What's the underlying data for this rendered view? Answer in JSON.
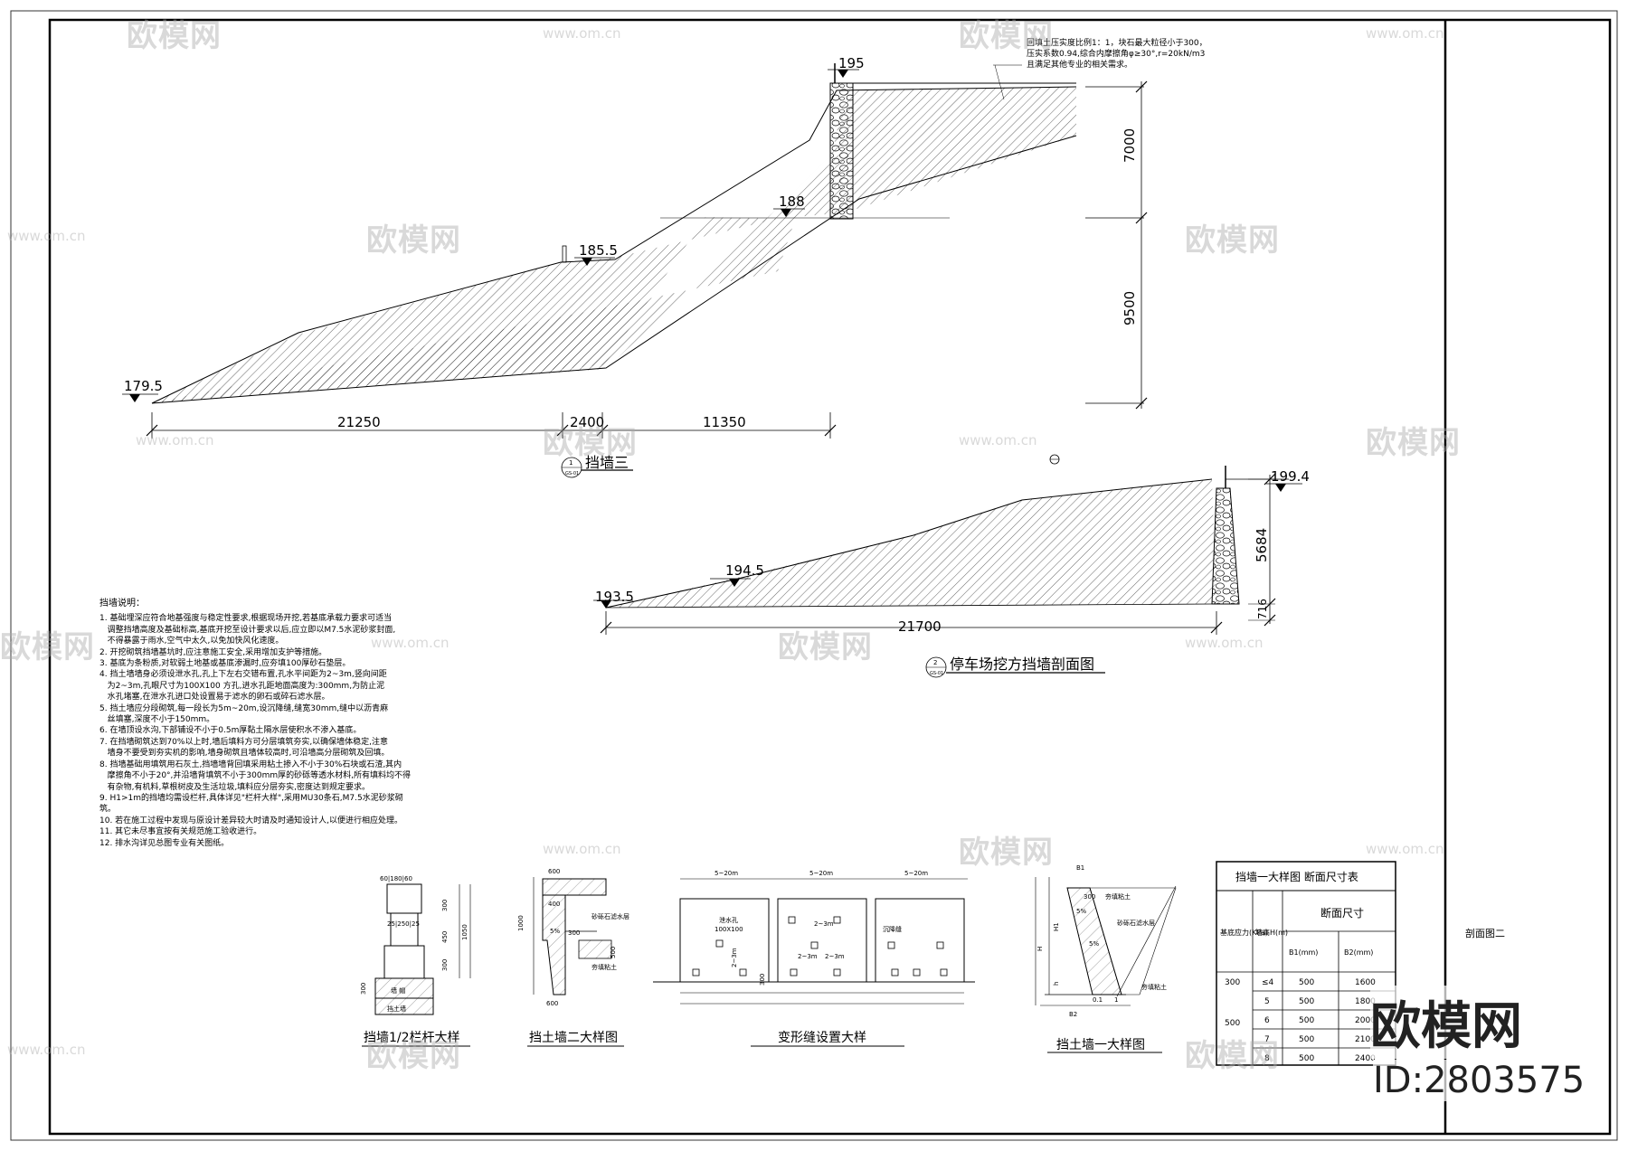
{
  "sheet": {
    "side_title": "剖面图二",
    "brand_wordmark": "欧模网",
    "brand_id": "ID:2803575"
  },
  "section1": {
    "elevations": {
      "top": "195",
      "mid": "188",
      "bench": "185.5",
      "toe": "179.5"
    },
    "dims_horizontal": [
      "21250",
      "2400",
      "11350"
    ],
    "dims_vertical": [
      "7000",
      "9500"
    ],
    "note_lines": [
      "回填土压实度比例1：1，块石最大粒径小于300，",
      "压实系数0.94,综合内摩擦角φ≥30°,r=20kN/m3",
      "且满足其他专业的相关需求。"
    ],
    "title": "挡墙三",
    "circle_top": "1",
    "circle_bottom": "GS-01"
  },
  "section2": {
    "elevations": {
      "top": "199.4",
      "mid": "194.5",
      "toe": "193.5"
    },
    "dims_horizontal": [
      "21700"
    ],
    "dims_vertical": [
      "5684",
      "716"
    ],
    "title": "停车场挖方挡墙剖面图",
    "circle_top": "2",
    "circle_bottom": "GS-01"
  },
  "notes": {
    "heading": "挡墙说明：",
    "items": [
      "1. 基础埋深应符合地基强度与稳定性要求,根据现场开挖,若基底承载力要求可适当\n   调整挡墙高度及基础标高,基底开挖至设计要求以后,应立即以M7.5水泥砂浆封面,\n   不得暴露于雨水,空气中太久,以免加快风化速度。",
      "2. 开挖砌筑挡墙基坑时,应注意施工安全,采用增加支护等措施。",
      "3. 基底为条粉质,对软弱土地基或基底渗漏时,应夯填100厚砂石垫层。",
      "4. 挡土墙墙身必须设泄水孔,孔上下左右交错布置,孔水平间距为2~3m,竖向间距\n   为2~3m,孔眼尺寸为100X100 方孔,进水孔距地面高度为:300mm,为防止泥\n   水孔堵塞,在泄水孔进口处设置易于滤水的卵石或碎石滤水层。",
      "5. 挡土墙应分段砌筑,每一段长为5m~20m,设沉降缝,缝宽30mm,缝中以沥青麻\n   丝填塞,深度不小于150mm。",
      "6. 在墙顶设水沟,下部铺设不小于0.5m厚黏土隔水层使积水不渗入基底。",
      "7. 在挡墙砌筑达到70%以上时,墙后填料方可分层填筑夯实,以确保墙体稳定,注意\n   墙身不要受到夯实机的影响,墙身砌筑且墙体较高时,可沿墙高分层砌筑及回填。",
      "8. 挡墙基础用填筑用石灰土,挡墙墙背回填采用粘土掺入不小于30%石块或石渣,其内\n   摩擦角不小于20°,并沿墙背填筑不小于300mm厚的砂砾等透水材料,所有填料均不得\n   有杂物,有机料,草根树皮及生活垃圾,填料应分层夯实,密度达到规定要求。",
      "9. H1>1m的挡墙均需设栏杆,具体详见\"栏杆大样\",采用MU30条石,M7.5水泥砂浆砌筑。",
      "10. 若在施工过程中发现与原设计差异较大时请及时通知设计人,以便进行相应处理。",
      "11. 其它未尽事宜按有关规范施工验收进行。",
      "12. 排水沟详见总图专业有关图纸。"
    ]
  },
  "detail_railing": {
    "title": "挡墙1/2栏杆大样",
    "top_label": "60|180|60",
    "dims": [
      "300",
      "450",
      "300",
      "1050",
      "300",
      "25|250|25"
    ],
    "labels": [
      "墙 帽",
      "挡土墙"
    ]
  },
  "detail_wall2": {
    "title": "挡土墙二大样图",
    "dims": [
      "400",
      "300",
      "500",
      "5%",
      "600",
      "1000",
      "600"
    ],
    "labels": [
      "砂砾石滤水层",
      "夯填粘土"
    ]
  },
  "detail_joint": {
    "title": "变形缝设置大样",
    "spans": [
      "5~20m",
      "5~20m",
      "5~20m"
    ],
    "labels": [
      "泄水孔",
      "100X100",
      "2~3m",
      "2~3m",
      "2~3m",
      "2~3m",
      "沉降缝",
      "300"
    ]
  },
  "detail_wall1": {
    "title": "挡土墙一大样图",
    "dims": [
      "B1",
      "H1",
      "H",
      "h",
      "B2",
      "5%",
      "5%",
      "0.1",
      "1",
      "300"
    ],
    "labels": [
      "夯填粘土",
      "砂砾石滤水层",
      "夯填粘土"
    ]
  },
  "table": {
    "caption": "挡墙一大样图 断面尺寸表",
    "header": {
      "col1": "基底应力(KPa)",
      "col2": "墙高H(m)",
      "col3": "断面尺寸",
      "b1": "B1(mm)",
      "b2": "B2(mm)"
    },
    "rows": [
      {
        "pressure": "300",
        "h": "≤4",
        "b1": "500",
        "b2": "1600"
      },
      {
        "pressure": "500",
        "h": "5",
        "b1": "500",
        "b2": "1800"
      },
      {
        "pressure": "",
        "h": "6",
        "b1": "500",
        "b2": "2000"
      },
      {
        "pressure": "",
        "h": "7",
        "b1": "500",
        "b2": "2100"
      },
      {
        "pressure": "",
        "h": "8",
        "b1": "500",
        "b2": "2400"
      }
    ]
  },
  "watermark": {
    "text": "欧模网",
    "url": "www.om.cn"
  }
}
